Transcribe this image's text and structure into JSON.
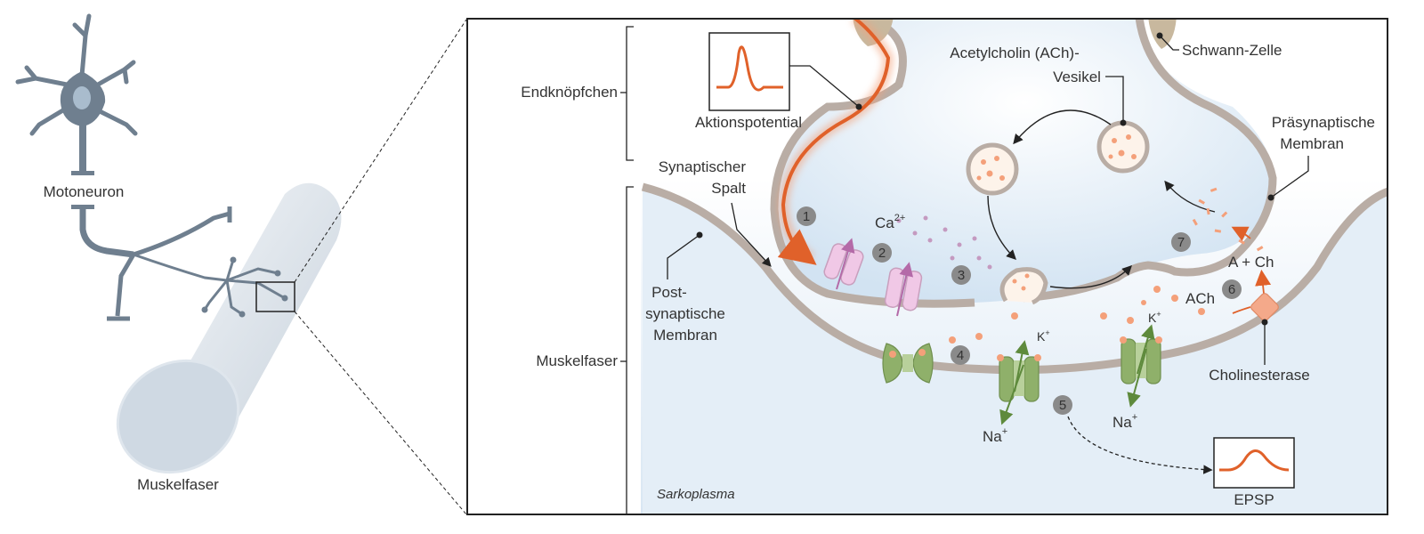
{
  "left_panel": {
    "motoneuron_label": "Motoneuron",
    "muscle_label": "Muskelfaser"
  },
  "zoom": {
    "brackets": {
      "endknoepfchen": "Endknöpfchen",
      "muskelfaser": "Muskelfaser"
    },
    "labels": {
      "aktionspotential": "Aktionspotential",
      "ach_vesikel_1": "Acetylcholin (ACh)-",
      "ach_vesikel_2": "Vesikel",
      "schwann": "Schwann-Zelle",
      "praesyn_1": "Präsynaptische",
      "praesyn_2": "Membran",
      "spalt_1": "Synaptischer",
      "spalt_2": "Spalt",
      "postsyn_1": "Post-",
      "postsyn_2": "synaptische",
      "postsyn_3": "Membran",
      "cholinesterase": "Cholinesterase",
      "sarkoplasma": "Sarkoplasma",
      "epsp": "EPSP"
    },
    "ions": {
      "ca": "Ca",
      "ca_sup": "2+",
      "k": "K",
      "k_sup": "+",
      "na": "Na",
      "na_sup": "+",
      "ach": "ACh",
      "a_plus_ch": "A + Ch"
    },
    "steps": [
      "1",
      "2",
      "3",
      "4",
      "5",
      "6",
      "7"
    ],
    "colors": {
      "orange": "#e0612a",
      "membrane": "#b9ada5",
      "cytoplasm": "#dbe9f5",
      "channel_pink": "#f0c8e6",
      "channel_green": "#8fb06a",
      "step_badge": "#8a8a8a",
      "neuron": "#6f7f8f"
    }
  }
}
